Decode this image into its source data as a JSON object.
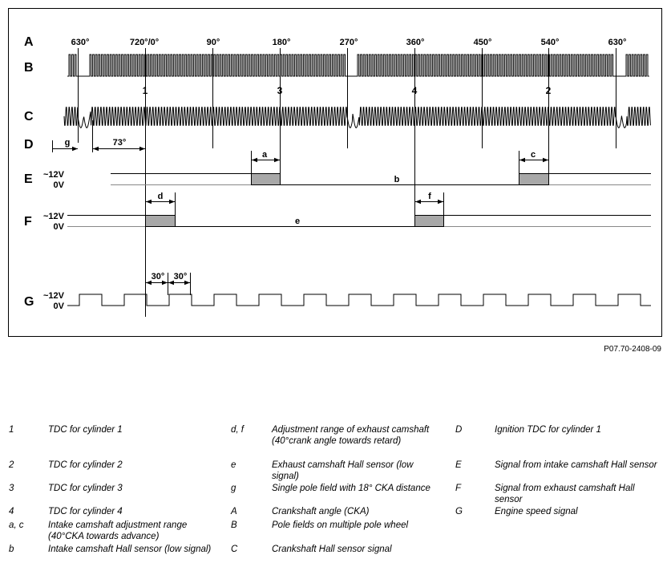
{
  "diagram": {
    "row_labels": [
      "A",
      "B",
      "C",
      "D",
      "E",
      "F",
      "G"
    ],
    "angle_labels": [
      "630°",
      "720°/0°",
      "90°",
      "180°",
      "270°",
      "360°",
      "450°",
      "540°",
      "630°"
    ],
    "tdc_labels": [
      "1",
      "3",
      "4",
      "2"
    ],
    "dim_g": "g",
    "dim_73": "73°",
    "dim_a": "a",
    "dim_b": "b",
    "dim_c": "c",
    "dim_d": "d",
    "dim_e": "e",
    "dim_f": "f",
    "dim_30a": "30°",
    "dim_30b": "30°",
    "volt_high": "~12V",
    "volt_low": "0V"
  },
  "figure_code": "P07.70-2408-09",
  "legend": [
    {
      "key": "1",
      "text": "TDC for cylinder 1"
    },
    {
      "key": "2",
      "text": "TDC for cylinder 2"
    },
    {
      "key": "3",
      "text": "TDC for cylinder 3"
    },
    {
      "key": "4",
      "text": "TDC for cylinder 4"
    },
    {
      "key": "a, c",
      "text": "Intake camshaft adjustment range (40°CKA towards advance)"
    },
    {
      "key": "b",
      "text": "Intake camshaft Hall sensor (low signal)"
    },
    {
      "key": "d, f",
      "text": "Adjustment range of exhaust camshaft (40°crank angle towards retard)"
    },
    {
      "key": "e",
      "text": "Exhaust camshaft Hall sensor (low signal)"
    },
    {
      "key": "g",
      "text": "Single pole field with 18° CKA distance"
    },
    {
      "key": "A",
      "text": "Crankshaft angle (CKA)"
    },
    {
      "key": "B",
      "text": "Pole fields on multiple pole wheel"
    },
    {
      "key": "C",
      "text": "Crankshaft Hall sensor signal"
    },
    {
      "key": "D",
      "text": "Ignition TDC for cylinder 1"
    },
    {
      "key": "E",
      "text": "Signal from intake camshaft Hall sensor"
    },
    {
      "key": "F",
      "text": "Signal from exhaust camshaft Hall sensor"
    },
    {
      "key": "G",
      "text": "Engine speed signal"
    }
  ]
}
